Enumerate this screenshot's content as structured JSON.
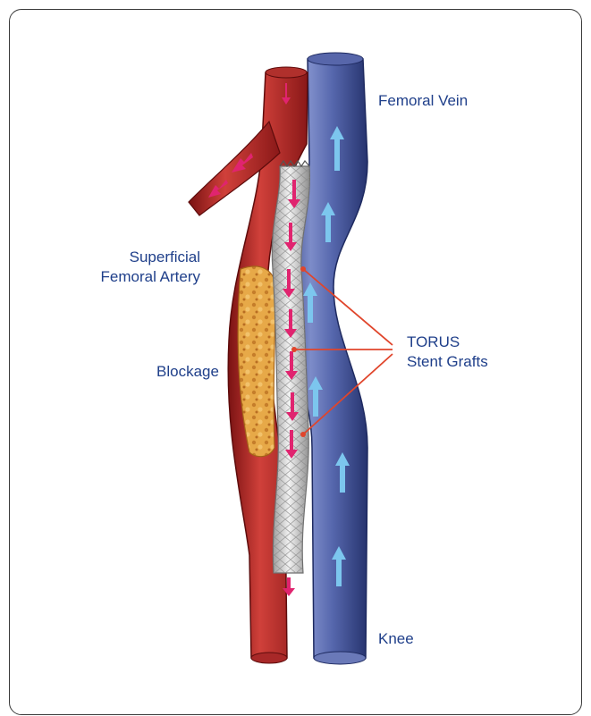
{
  "labels": {
    "femoral_vein": "Femoral Vein",
    "superficial_femoral_artery": [
      "Superficial",
      "Femoral  Artery"
    ],
    "blockage": "Blockage",
    "torus_stent_grafts": [
      "TORUS",
      "Stent Grafts"
    ],
    "knee": "Knee"
  },
  "colors": {
    "label_text": "#1f3f8a",
    "artery": "#b52a2a",
    "vein": "#3f4f9a",
    "blockage": "#e3a441",
    "stent": "#d9d9d9",
    "artery_flow_arrow": "#e0246f",
    "vein_flow_arrow": "#7cc6ee",
    "callout_line": "#e0452b"
  },
  "icons": {
    "artery_flow": "arrow-down-icon",
    "vein_flow": "arrow-up-icon"
  }
}
